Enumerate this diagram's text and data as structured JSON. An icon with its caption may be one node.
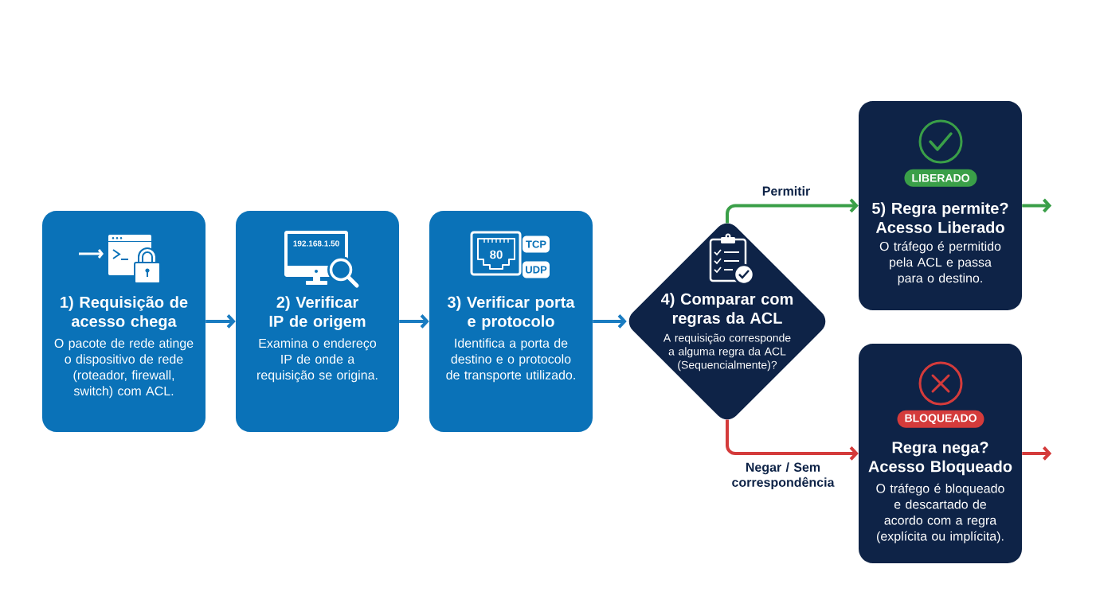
{
  "diagram": {
    "nodes": [
      {
        "text": [
          "1) Requisição de acesso chega",
          "O pacote de rede atinge o dispositivo de rede (roteador, firewall, switch) com ACL."
        ]
      },
      {
        "text": [
          "2) Verificar IP de origem",
          "Examina o endereço IP de onde a requisição se origina."
        ]
      },
      {
        "text": [
          "3) Verificar porta e protocolo",
          "Identifica a porta de destino e o protocolo de transporte utilizado."
        ]
      },
      {
        "text": [
          "4) Comparar com regras da ACL",
          "A requisição corresponde a alguma regra da ACL (Sequencialmente)?"
        ]
      },
      {
        "text": [
          "5) Regra permite? Acesso Liberado",
          "O tráfego é permitido pela ACL e passa para o destino."
        ]
      },
      {
        "text": [
          "LIBERADO"
        ],
        "in": 4
      },
      {
        "text": [
          "Regra nega? Acesso Bloqueado",
          "O tráfego é bloqueado e descartado de acordo com a regra (explícita ou implícita)."
        ]
      },
      {
        "text": [
          "BLOQUEADO"
        ],
        "in": 6
      }
    ],
    "edges": [
      {
        "from": 0,
        "to": 1,
        "arrow": "to"
      },
      {
        "from": 1,
        "to": 2,
        "arrow": "to"
      },
      {
        "from": 2,
        "to": 3,
        "arrow": "to"
      },
      {
        "from": 3,
        "to": 4,
        "arrow": "to",
        "label": "Permitir",
        "color": "#3a9f48"
      },
      {
        "from": 3,
        "to": 6,
        "arrow": "to",
        "label": "Negar / Sem correspondência",
        "color": "#d43b3b"
      },
      {
        "from": 4,
        "to": null,
        "arrow": "to",
        "color": "#3a9f48"
      },
      {
        "from": 6,
        "to": null,
        "arrow": "to",
        "color": "#d43b3b"
      }
    ],
    "labels": [
      "192.168.1.50",
      "80",
      "TCP",
      "UDP"
    ]
  }
}
